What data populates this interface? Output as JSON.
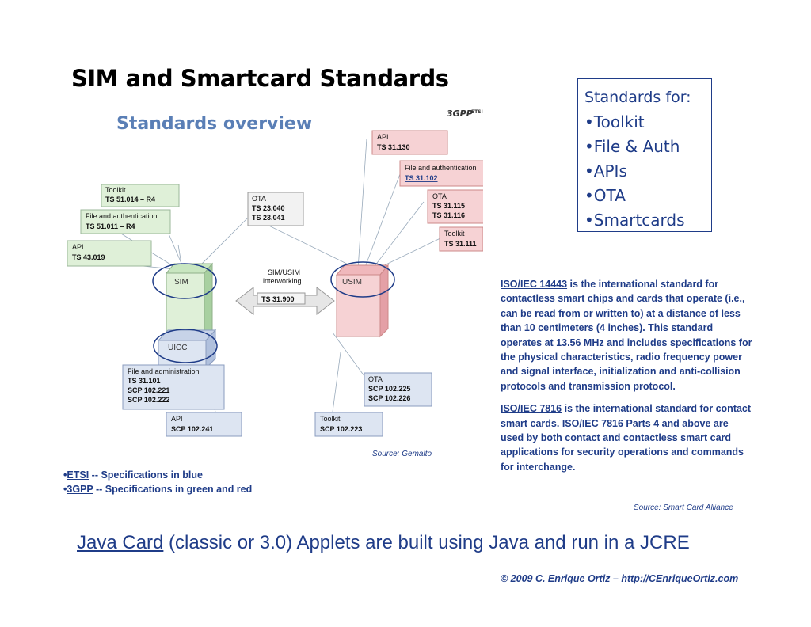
{
  "slide": {
    "title": "SIM and Smartcard Standards",
    "standards_box": {
      "heading": "Standards for:",
      "items": [
        "•Toolkit",
        "•File & Auth",
        "•APIs",
        "•OTA",
        "•Smartcards"
      ]
    }
  },
  "diagram": {
    "title": "Standards overview",
    "logos": {
      "threegpp": "3GPP",
      "etsi": "ETSI"
    },
    "boxes": {
      "green_toolkit": {
        "line1": "Toolkit",
        "line2": "TS 51.014 – R4"
      },
      "green_file": {
        "line1": "File and authentication",
        "line2": "TS 51.011 – R4"
      },
      "green_api": {
        "line1": "API",
        "line2": "TS 43.019"
      },
      "ota_mid": {
        "line1": "OTA",
        "line2": "TS 23.040",
        "line3": "TS 23.041"
      },
      "red_api": {
        "line1": "API",
        "line2": "TS 31.130"
      },
      "red_file": {
        "line1": "File and authentication",
        "line2": "TS 31.102"
      },
      "red_ota": {
        "line1": "OTA",
        "line2": "TS 31.115",
        "line3": "TS 31.116"
      },
      "red_toolkit": {
        "line1": "Toolkit",
        "line2": "TS 31.111"
      },
      "interworking": {
        "line1": "SIM/USIM",
        "line2": "interworking",
        "line3": "TS 31.900"
      },
      "blue_file": {
        "line1": "File and administration",
        "line2": "TS 31.101",
        "line3": "SCP 102.221",
        "line4": "SCP 102.222"
      },
      "blue_ota": {
        "line1": "OTA",
        "line2": "SCP 102.225",
        "line3": "SCP 102.226"
      },
      "blue_api": {
        "line1": "API",
        "line2": "SCP 102.241"
      },
      "blue_toolkit": {
        "line1": "Toolkit",
        "line2": "SCP 102.223"
      }
    },
    "cards": {
      "sim": "SIM",
      "usim": "USIM",
      "uicc": "UICC"
    },
    "source": "Source: Gemalto"
  },
  "legend": {
    "etsi_link": "ETSI",
    "etsi_text": " -- Specifications in blue",
    "gpp_link": "3GPP",
    "gpp_text": " -- Specifications in green and red"
  },
  "iso": {
    "p1_link": "ISO/IEC 14443",
    "p1_text": " is the international standard for contactless smart chips and cards that operate (i.e., can be read from or written to) at a distance of less than 10 centimeters (4 inches). This standard operates at 13.56 MHz and includes specifications for the physical characteristics, radio frequency power and signal interface, initialization and anti-collision protocols and transmission protocol.",
    "p2_link": "ISO/IEC 7816",
    "p2_text": " is the international standard for contact smart cards. ISO/IEC 7816 Parts 4 and above are used by both contact and contactless smart card applications for security operations and commands for interchange.",
    "source": "Source: Smart Card Alliance"
  },
  "footer": {
    "java_link": "Java Card",
    "java_text": " (classic or 3.0) Applets are built using Java and run in a JCRE",
    "copyright": "© 2009 C. Enrique Ortiz – http://CEnriqueOrtiz.com"
  },
  "colors": {
    "accent": "#1f3c88",
    "green_fill": "#dff0d8",
    "red_fill": "#f6d2d4",
    "blue_fill": "#dde5f2",
    "circle": "#1f3c88"
  }
}
